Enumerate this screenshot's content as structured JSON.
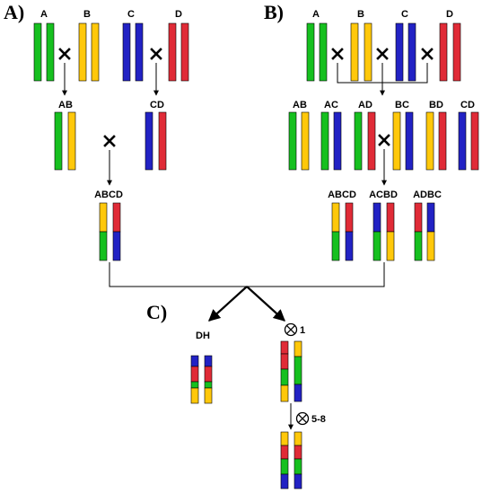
{
  "colors": {
    "green": "#16c01f",
    "yellow": "#ffc80a",
    "blue": "#2222c4",
    "red": "#e02b37"
  },
  "panels": {
    "a": "A)",
    "b": "B)",
    "c": "C)"
  },
  "panel_a": {
    "parents": [
      "A",
      "B",
      "C",
      "D"
    ],
    "f1": [
      "AB",
      "CD"
    ],
    "double_cross": "ABCD"
  },
  "panel_b": {
    "parents": [
      "A",
      "B",
      "C",
      "D"
    ],
    "f1": [
      "AB",
      "AC",
      "AD",
      "BC",
      "BD",
      "CD"
    ],
    "double_cross": [
      "ABCD",
      "ACBD",
      "ADBC"
    ]
  },
  "panel_c": {
    "dh_label": "DH",
    "selfing_1": "1",
    "selfing_5_8": "5-8"
  }
}
